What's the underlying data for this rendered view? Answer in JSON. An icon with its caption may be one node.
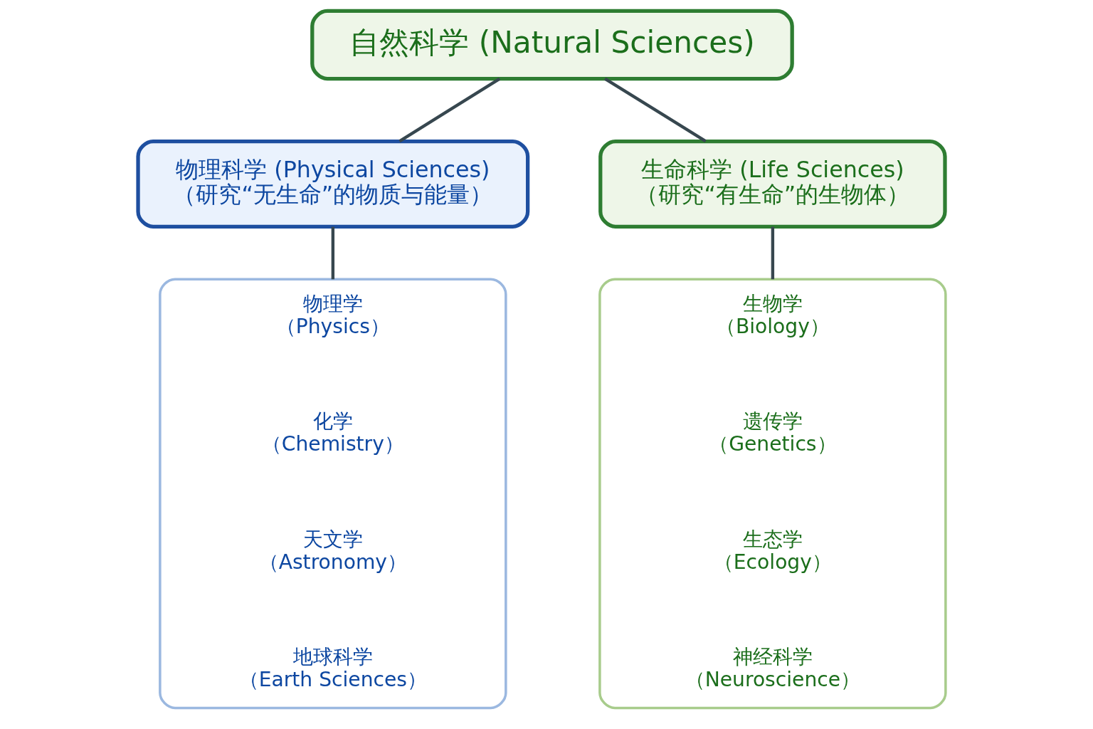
{
  "diagram": {
    "nodes": [
      {
        "text": [
          "自然科学 (Natural Sciences)"
        ]
      },
      {
        "text": [
          "物理科学 (Physical Sciences)",
          "（研究“无生命”的物质与能量）"
        ]
      },
      {
        "text": [
          "生命科学 (Life Sciences)",
          "（研究“有生命”的生物体）"
        ]
      },
      {
        "text": [],
        "shape": "box"
      },
      {
        "text": [
          "物理学",
          "（Physics）"
        ],
        "in": 3
      },
      {
        "text": [
          "化学",
          "（Chemistry）"
        ],
        "in": 3
      },
      {
        "text": [
          "天文学",
          "（Astronomy）"
        ],
        "in": 3
      },
      {
        "text": [
          "地球科学",
          "（Earth Sciences）"
        ],
        "in": 3
      },
      {
        "text": [],
        "shape": "box"
      },
      {
        "text": [
          "生物学",
          "（Biology）"
        ],
        "in": 8
      },
      {
        "text": [
          "遗传学",
          "（Genetics）"
        ],
        "in": 8
      },
      {
        "text": [
          "生态学",
          "（Ecology）"
        ],
        "in": 8
      },
      {
        "text": [
          "神经科学",
          "（Neuroscience）"
        ],
        "in": 8
      }
    ],
    "edges": [
      {
        "from": 0,
        "to": 1,
        "arrow": "none"
      },
      {
        "from": 0,
        "to": 2,
        "arrow": "none"
      },
      {
        "from": 1,
        "to": 3,
        "arrow": "none"
      },
      {
        "from": 2,
        "to": 8,
        "arrow": "none"
      }
    ]
  }
}
